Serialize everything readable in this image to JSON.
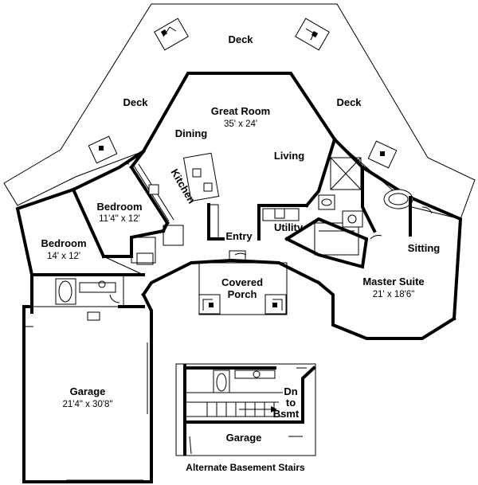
{
  "rooms": {
    "deck_top": "Deck",
    "deck_left": "Deck",
    "deck_right": "Deck",
    "great_room": "Great Room",
    "great_room_dim": "35' x 24'",
    "dining": "Dining",
    "living": "Living",
    "kitchen": "Kitchen",
    "bedroom_1": "Bedroom",
    "bedroom_1_dim": "11'4\" x 12'",
    "bedroom_2": "Bedroom",
    "bedroom_2_dim": "14' x 12'",
    "entry": "Entry",
    "utility": "Utility",
    "sitting": "Sitting",
    "covered_porch_line1": "Covered",
    "covered_porch_line2": "Porch",
    "master_suite": "Master Suite",
    "master_suite_dim": "21' x 18'6\"",
    "garage": "Garage",
    "garage_dim": "21'4\" x 30'8\""
  },
  "inset": {
    "stairs_line1": "Dn",
    "stairs_line2": "to",
    "stairs_line3": "Bsmt",
    "garage": "Garage",
    "caption": "Alternate Basement Stairs"
  }
}
